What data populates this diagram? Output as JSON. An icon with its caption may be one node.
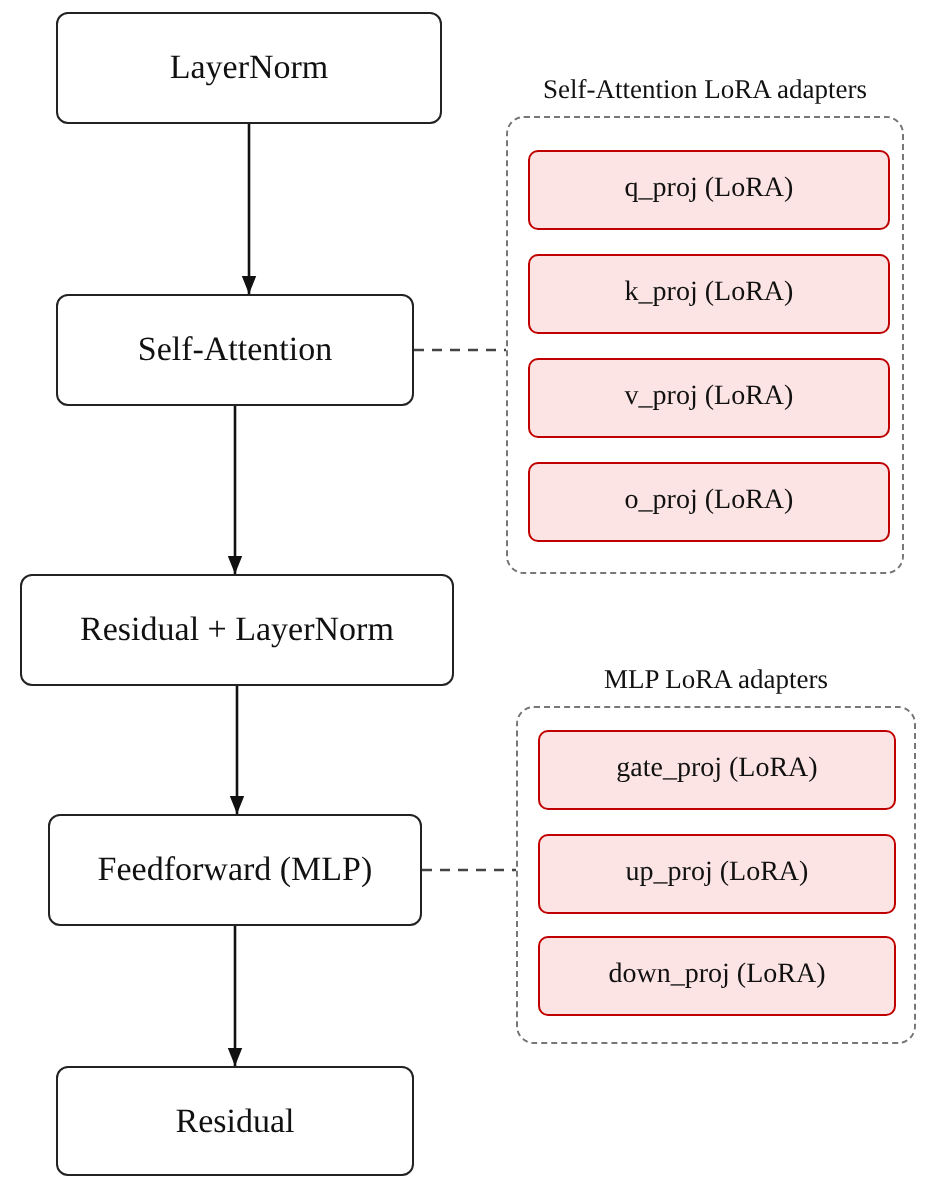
{
  "diagram": {
    "nodes": [
      {
        "text": [
          "LayerNorm"
        ]
      },
      {
        "text": [
          "Self-Attention"
        ]
      },
      {
        "text": [
          "Residual + LayerNorm"
        ]
      },
      {
        "text": [
          "Feedforward (MLP)"
        ]
      },
      {
        "text": [
          "Residual"
        ]
      },
      {
        "text": [
          "Self-Attention LoRA adapters"
        ]
      },
      {
        "text": [
          "q_proj (LoRA)"
        ],
        "in": 5
      },
      {
        "text": [
          "k_proj (LoRA)"
        ],
        "in": 5
      },
      {
        "text": [
          "v_proj (LoRA)"
        ],
        "in": 5
      },
      {
        "text": [
          "o_proj (LoRA)"
        ],
        "in": 5
      },
      {
        "text": [
          "MLP LoRA adapters"
        ]
      },
      {
        "text": [
          "gate_proj (LoRA)"
        ],
        "in": 10
      },
      {
        "text": [
          "up_proj (LoRA)"
        ],
        "in": 10
      },
      {
        "text": [
          "down_proj (LoRA)"
        ],
        "in": 10
      }
    ],
    "edges": [
      {
        "from": 0,
        "to": 1,
        "arrow": "to"
      },
      {
        "from": 1,
        "to": 2,
        "arrow": "to"
      },
      {
        "from": 2,
        "to": 3,
        "arrow": "to"
      },
      {
        "from": 3,
        "to": 4,
        "arrow": "to"
      },
      {
        "from": 1,
        "to": 5,
        "arrow": "none",
        "style": "dashed"
      },
      {
        "from": 3,
        "to": 10,
        "arrow": "none",
        "style": "dashed"
      }
    ]
  }
}
